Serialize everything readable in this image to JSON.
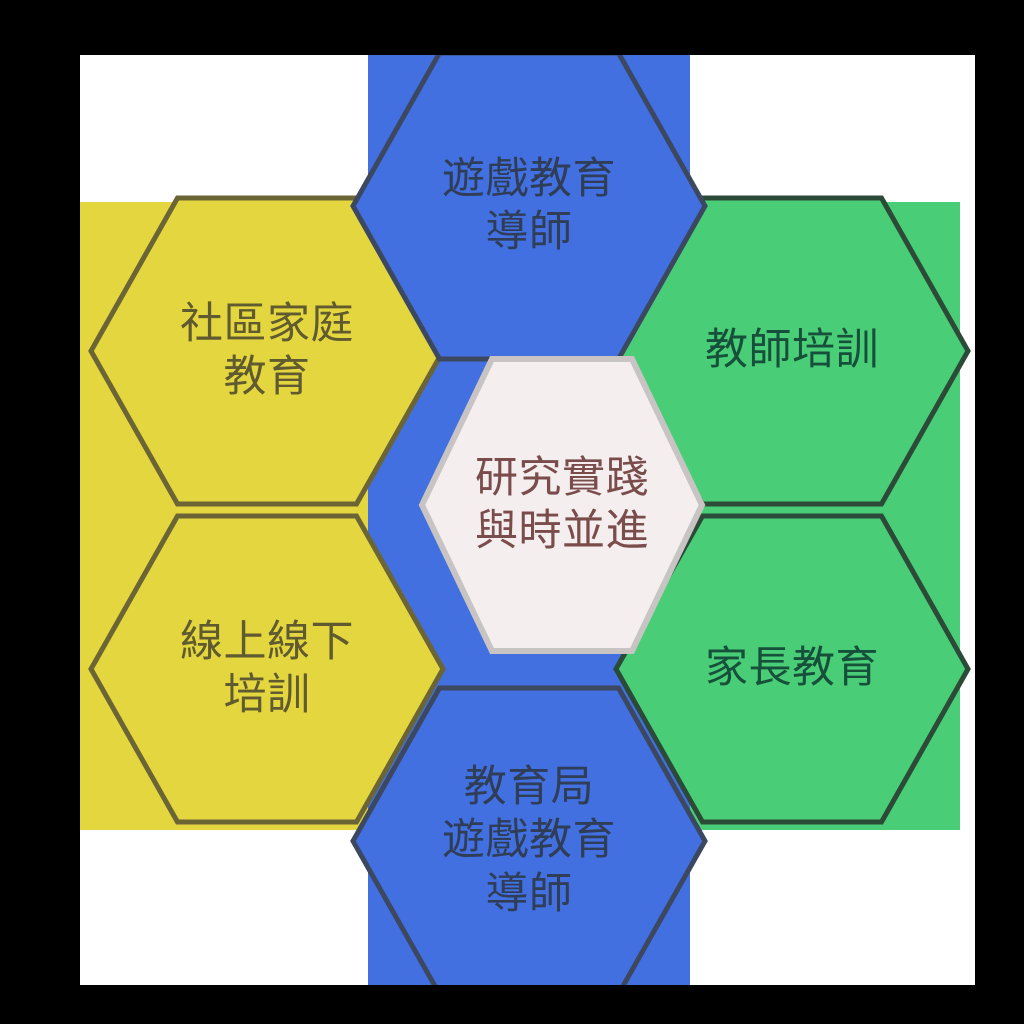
{
  "diagram": {
    "title_node": {
      "id": "center",
      "text": "研究實踐\n與時並進",
      "fill": "#f4eeee",
      "stroke": "#c9c4c4",
      "text_color": "#7a4c4c"
    },
    "colors": {
      "blue_fill": "#4270e0",
      "blue_stroke": "#3c4860",
      "blue_text": "#2f3d57",
      "yellow_fill": "#e4d63e",
      "yellow_stroke": "#6b6435",
      "yellow_text": "#5f5a30",
      "green_fill": "#4acd77",
      "green_stroke": "#2b4a38",
      "green_text": "#17503a",
      "canvas_bg": "#ffffff",
      "page_bg": "#000000"
    },
    "nodes": [
      {
        "id": "top",
        "position": "top",
        "text": "遊戲教育\n導師",
        "fill": "#4270e0",
        "stroke": "#3c4860",
        "text_color": "#2f3d57"
      },
      {
        "id": "top-left",
        "position": "top-left",
        "text": "社區家庭\n教育",
        "fill": "#e4d63e",
        "stroke": "#6b6435",
        "text_color": "#5f5a30"
      },
      {
        "id": "top-right",
        "position": "top-right",
        "text": "教師培訓",
        "fill": "#4acd77",
        "stroke": "#2b4a38",
        "text_color": "#17503a"
      },
      {
        "id": "bottom-left",
        "position": "bottom-left",
        "text": "線上線下\n培訓",
        "fill": "#e4d63e",
        "stroke": "#6b6435",
        "text_color": "#5f5a30"
      },
      {
        "id": "bottom-right",
        "position": "bottom-right",
        "text": "家長教育",
        "fill": "#4acd77",
        "stroke": "#2b4a38",
        "text_color": "#17503a"
      },
      {
        "id": "bottom",
        "position": "bottom",
        "text": "教育局\n遊戲教育\n導師",
        "fill": "#4270e0",
        "stroke": "#3c4860",
        "text_color": "#2f3d57"
      }
    ]
  }
}
